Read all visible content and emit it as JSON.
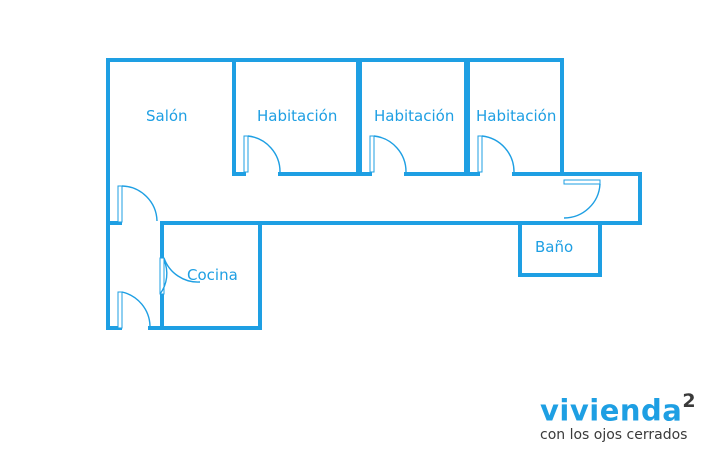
{
  "rooms": [
    {
      "name": "Salón"
    },
    {
      "name": "Habitación"
    },
    {
      "name": "Habitación"
    },
    {
      "name": "Habitación"
    },
    {
      "name": "Cocina"
    },
    {
      "name": "Baño"
    }
  ],
  "brand": {
    "name": "vivienda",
    "superscript": "2",
    "tagline": "con los ojos cerrados"
  },
  "colors": {
    "wall": "#1e9fe3",
    "text": "#1e9fe3",
    "tagline": "#3a3a3a",
    "background": "#ffffff"
  },
  "icons": [
    "door-swing-icon"
  ]
}
